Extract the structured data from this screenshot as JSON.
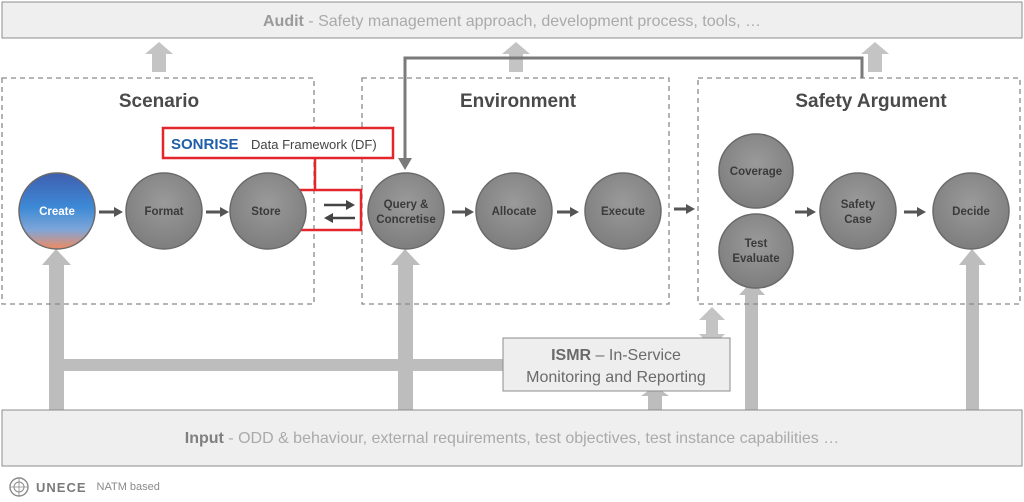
{
  "audit": {
    "bold": "Audit",
    "rest": " - Safety management approach, development process, tools, …"
  },
  "input": {
    "bold": "Input",
    "rest": " - ODD & behaviour, external requirements, test objectives, test instance capabilities …"
  },
  "sections": {
    "scenario": "Scenario",
    "environment": "Environment",
    "safety_argument": "Safety Argument"
  },
  "nodes": {
    "create": "Create",
    "format": "Format",
    "store": "Store",
    "query_1": "Query &",
    "query_2": "Concretise",
    "allocate": "Allocate",
    "execute": "Execute",
    "coverage": "Coverage",
    "test_1": "Test",
    "test_2": "Evaluate",
    "safety_1": "Safety",
    "safety_2": "Case",
    "decide": "Decide"
  },
  "sonrise": {
    "logo": "SONRISE",
    "label": "Data Framework (DF)"
  },
  "ismr": {
    "bold": "ISMR",
    "line1_rest": " – In-Service",
    "line2": "Monitoring and Reporting"
  },
  "footer": {
    "org": "UNECE",
    "note": "NATM based"
  },
  "colors": {
    "bar_fill": "#efefef",
    "bar_text": "#aaaaaa",
    "node_fill": "#8a8a8a",
    "arrow_gray": "#bdbdbd",
    "highlight_red": "#e3262b",
    "logo_blue": "#1f4e9b",
    "create_top": "#3a5fb0",
    "create_bottom": "#f08a65"
  }
}
